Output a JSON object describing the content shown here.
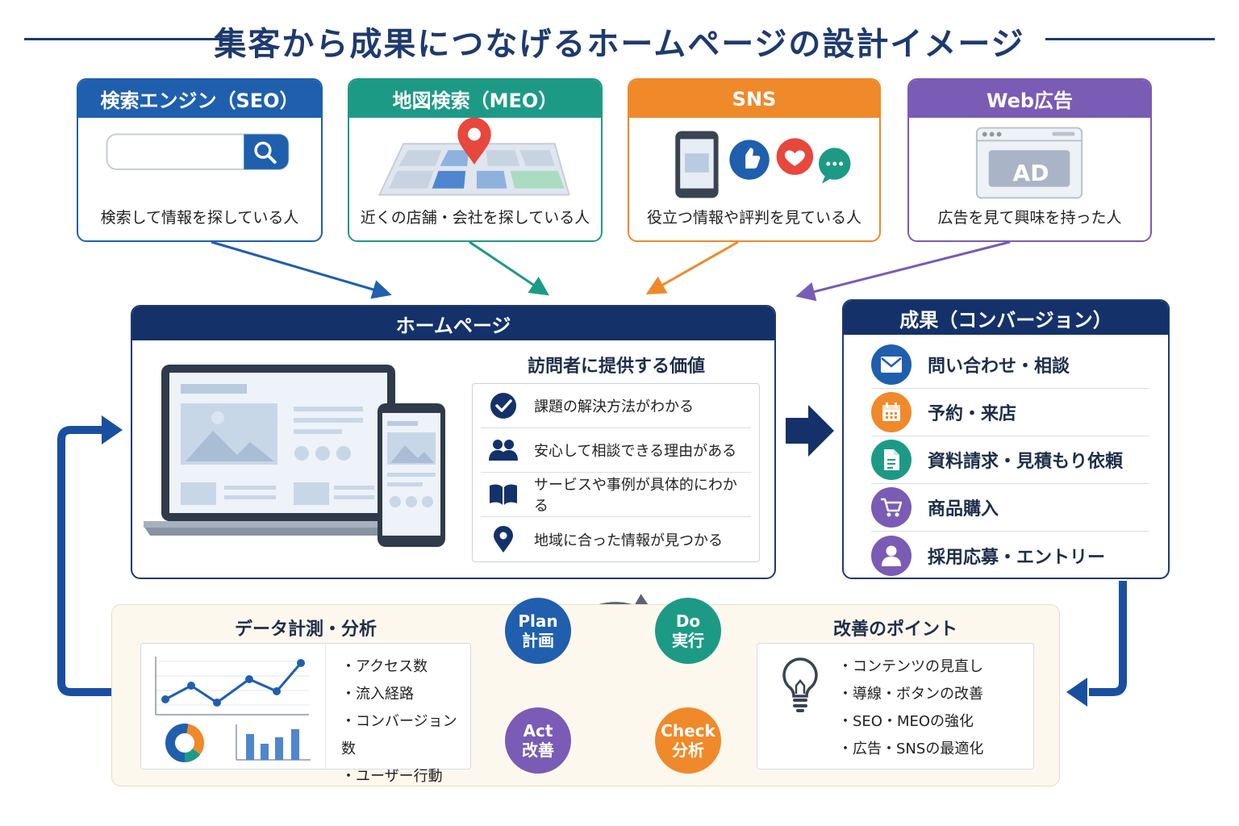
{
  "title": "集客から成果につなげるホームページの設計イメージ",
  "sources": [
    {
      "id": "seo",
      "title": "検索エンジン（SEO）",
      "desc": "検索して情報を探している人",
      "color": "#1f5fae"
    },
    {
      "id": "meo",
      "title": "地図検索（MEO）",
      "desc": "近くの店舗・会社を探している人",
      "color": "#1d9a86"
    },
    {
      "id": "sns",
      "title": "SNS",
      "desc": "役立つ情報や評判を見ている人",
      "color": "#f0892a"
    },
    {
      "id": "ad",
      "title": "Web広告",
      "desc": "広告を見て興味を持った人",
      "color": "#7a5bb5",
      "ad_label": "AD"
    }
  ],
  "homepage": {
    "title": "ホームページ",
    "values_title": "訪問者に提供する価値",
    "values": [
      {
        "icon": "check-icon",
        "text": "課題の解決方法がわかる"
      },
      {
        "icon": "people-icon",
        "text": "安心して相談できる理由がある"
      },
      {
        "icon": "book-icon",
        "text": "サービスや事例が具体的にわかる"
      },
      {
        "icon": "location-pin-icon",
        "text": "地域に合った情報が見つかる"
      }
    ]
  },
  "conversion": {
    "title": "成果（コンバージョン）",
    "items": [
      {
        "icon": "mail-icon",
        "text": "問い合わせ・相談",
        "color": "#1f5fae"
      },
      {
        "icon": "calendar-icon",
        "text": "予約・来店",
        "color": "#f0892a"
      },
      {
        "icon": "document-icon",
        "text": "資料請求・見積もり依頼",
        "color": "#1d9a86"
      },
      {
        "icon": "cart-icon",
        "text": "商品購入",
        "color": "#7a5bb5"
      },
      {
        "icon": "user-icon",
        "text": "採用応募・エントリー",
        "color": "#7a5bb5"
      }
    ]
  },
  "analytics": {
    "title": "データ計測・分析",
    "items": [
      "・アクセス数",
      "・流入経路",
      "・コンバージョン数",
      "・ユーザー行動"
    ]
  },
  "pdca": [
    {
      "en": "Plan",
      "ja": "計画",
      "color": "#1f5fae"
    },
    {
      "en": "Do",
      "ja": "実行",
      "color": "#1d9a86"
    },
    {
      "en": "Check",
      "ja": "分析",
      "color": "#f0892a"
    },
    {
      "en": "Act",
      "ja": "改善",
      "color": "#7a5bb5"
    }
  ],
  "improve": {
    "title": "改善のポイント",
    "items": [
      "・コンテンツの見直し",
      "・導線・ボタンの改善",
      "・SEO・MEOの強化",
      "・広告・SNSの最適化"
    ]
  }
}
